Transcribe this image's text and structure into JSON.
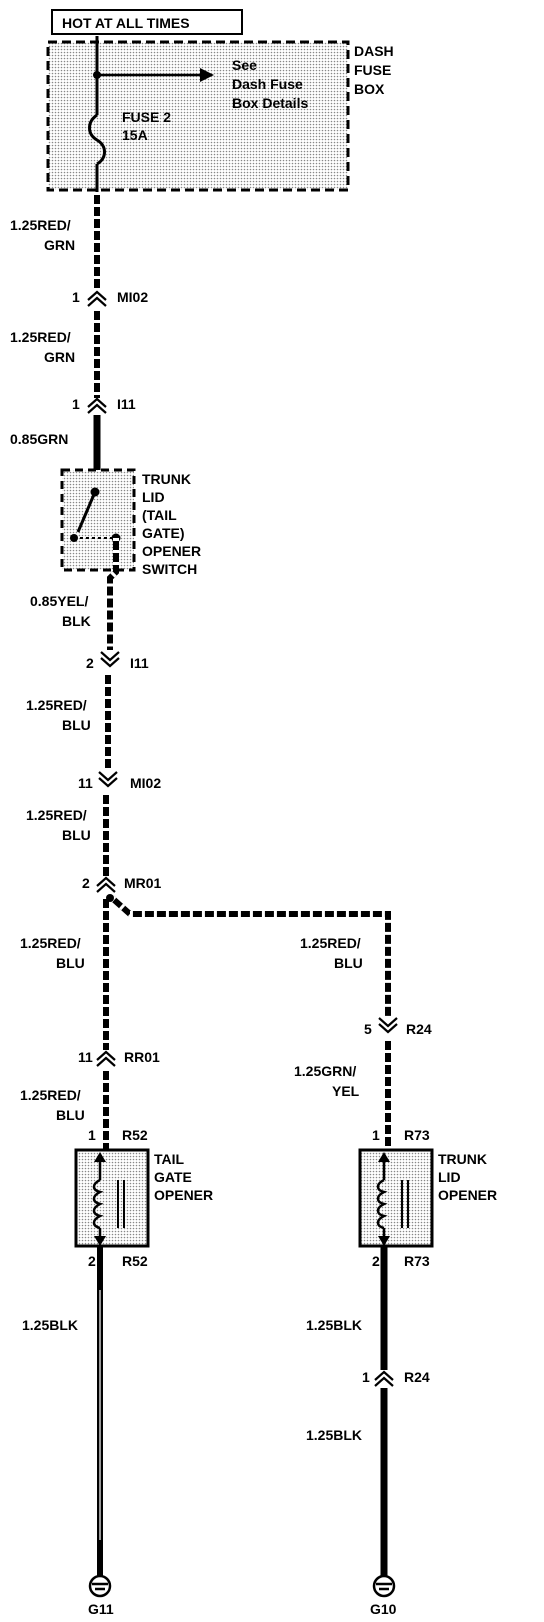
{
  "header": {
    "label": "HOT AT ALL TIMES"
  },
  "fuse_box": {
    "title": [
      "DASH",
      "FUSE",
      "BOX"
    ],
    "note": [
      "See",
      "Dash Fuse",
      "Box Details"
    ],
    "fuse_name": "FUSE 2",
    "fuse_rating": "15A"
  },
  "switch": {
    "title": [
      "TRUNK",
      "LID",
      "(TAIL",
      "GATE)",
      "OPENER",
      "SWITCH"
    ]
  },
  "wires": {
    "w1": [
      "1.25RED/",
      "GRN"
    ],
    "w2": [
      "1.25RED/",
      "GRN"
    ],
    "w3": [
      "0.85GRN"
    ],
    "w4": [
      "0.85YEL/",
      "BLK"
    ],
    "w5": [
      "1.25RED/",
      "BLU"
    ],
    "w6": [
      "1.25RED/",
      "BLU"
    ],
    "w7": [
      "1.25RED/",
      "BLU"
    ],
    "w8": [
      "1.25RED/",
      "BLU"
    ],
    "w9": [
      "1.25RED/",
      "BLU"
    ],
    "w10": [
      "1.25GRN/",
      "YEL"
    ],
    "w11": [
      "1.25BLK"
    ],
    "w12": [
      "1.25BLK"
    ],
    "w13": [
      "1.25BLK"
    ]
  },
  "connectors": {
    "c1": {
      "pin": "1",
      "name": "MI02"
    },
    "c2": {
      "pin": "1",
      "name": "I11"
    },
    "c3": {
      "pin": "2",
      "name": "I11"
    },
    "c4": {
      "pin": "11",
      "name": "MI02"
    },
    "c5": {
      "pin": "2",
      "name": "MR01"
    },
    "c6": {
      "pin": "11",
      "name": "RR01"
    },
    "c7": {
      "pin": "5",
      "name": "R24"
    },
    "c8": {
      "pin": "1",
      "name": "R24"
    }
  },
  "tailgate_opener": {
    "title": [
      "TAIL",
      "GATE",
      "OPENER"
    ],
    "top_pin": "1",
    "top_conn": "R52",
    "bottom_pin": "2",
    "bottom_conn": "R52"
  },
  "trunk_opener": {
    "title": [
      "TRUNK",
      "LID",
      "OPENER"
    ],
    "top_pin": "1",
    "top_conn": "R73",
    "bottom_pin": "2",
    "bottom_conn": "R73"
  },
  "grounds": {
    "left": "G11",
    "right": "G10"
  }
}
